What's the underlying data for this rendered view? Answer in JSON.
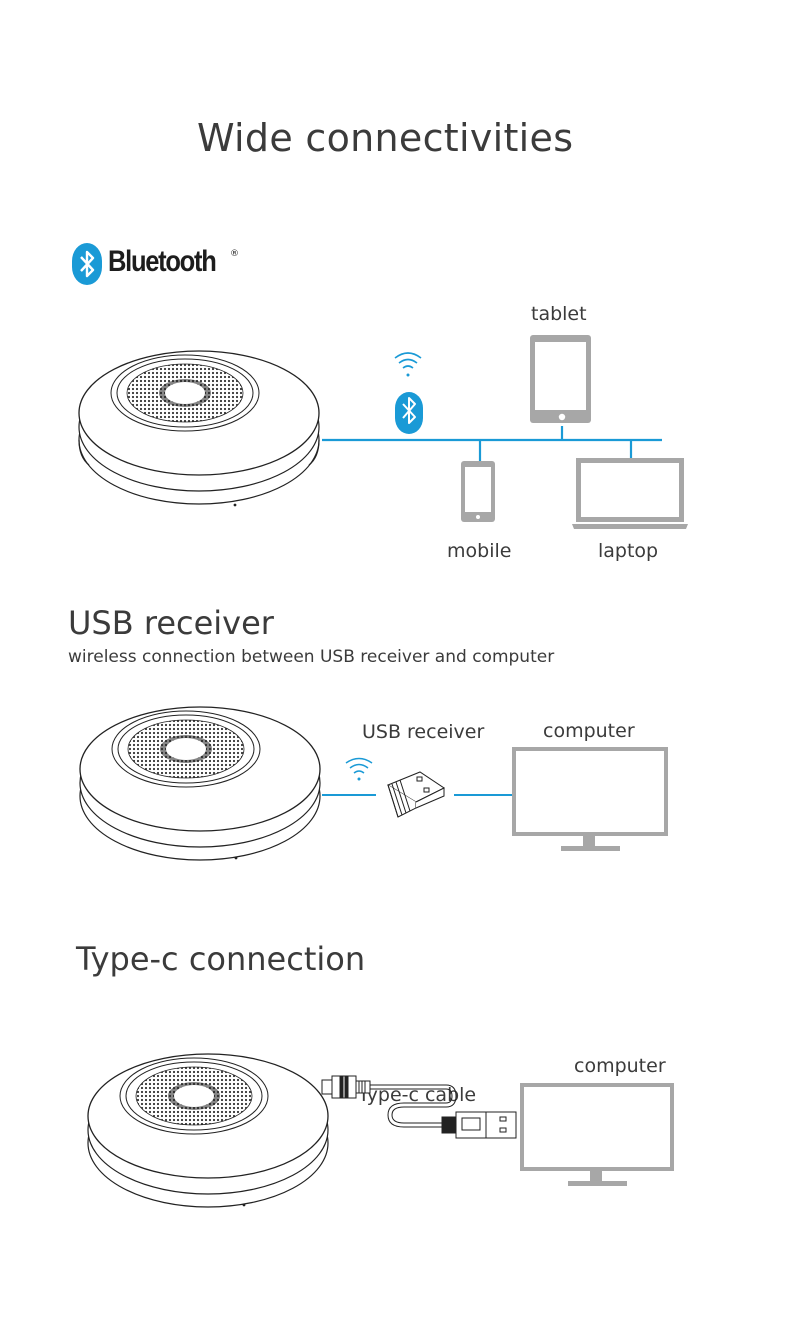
{
  "title": "Wide connectivities",
  "bluetooth": {
    "brand_label": "Bluetooth",
    "registered_mark": "®",
    "devices": {
      "tablet": "tablet",
      "mobile": "mobile",
      "laptop": "laptop"
    },
    "icons": [
      "bluetooth-logo-icon",
      "wifi-icon",
      "bluetooth-icon",
      "speakerphone",
      "tablet-icon",
      "mobile-icon",
      "laptop-icon"
    ]
  },
  "usb": {
    "heading": "USB receiver",
    "subtitle": "wireless connection between USB receiver and computer",
    "receiver_label": "USB receiver",
    "computer_label": "computer"
  },
  "typec": {
    "heading": "Type-c connection",
    "cable_label": "Type-c cable",
    "computer_label": "computer"
  },
  "colors": {
    "accent_blue": "#1a9ad6",
    "device_gray": "#a7a7a7",
    "text": "#3b3b3b"
  }
}
